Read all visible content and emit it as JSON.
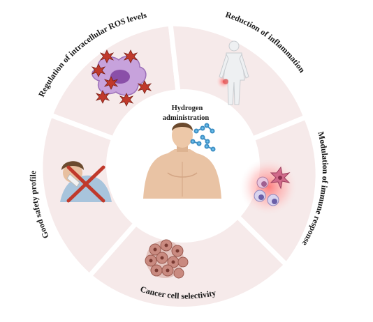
{
  "center": {
    "title_line1": "Hydrogen",
    "title_line2": "administration"
  },
  "segments": [
    {
      "label": "Regulation of intracellular ROS levels",
      "icon": "ros-cell-icon"
    },
    {
      "label": "Reduction of inflammation",
      "icon": "human-body-inflammation-icon"
    },
    {
      "label": "Modulation of immune response",
      "icon": "immune-cells-icon"
    },
    {
      "label": "Cancer cell selectivity",
      "icon": "cancer-cell-cluster-icon"
    },
    {
      "label": "Good safety profile",
      "icon": "crossed-sick-person-icon"
    }
  ],
  "colors": {
    "ring": "#f5e6e6",
    "segment_bg": "#f8eeee",
    "accent_red": "#c0392b",
    "molecule_blue": "#4da6d9"
  }
}
